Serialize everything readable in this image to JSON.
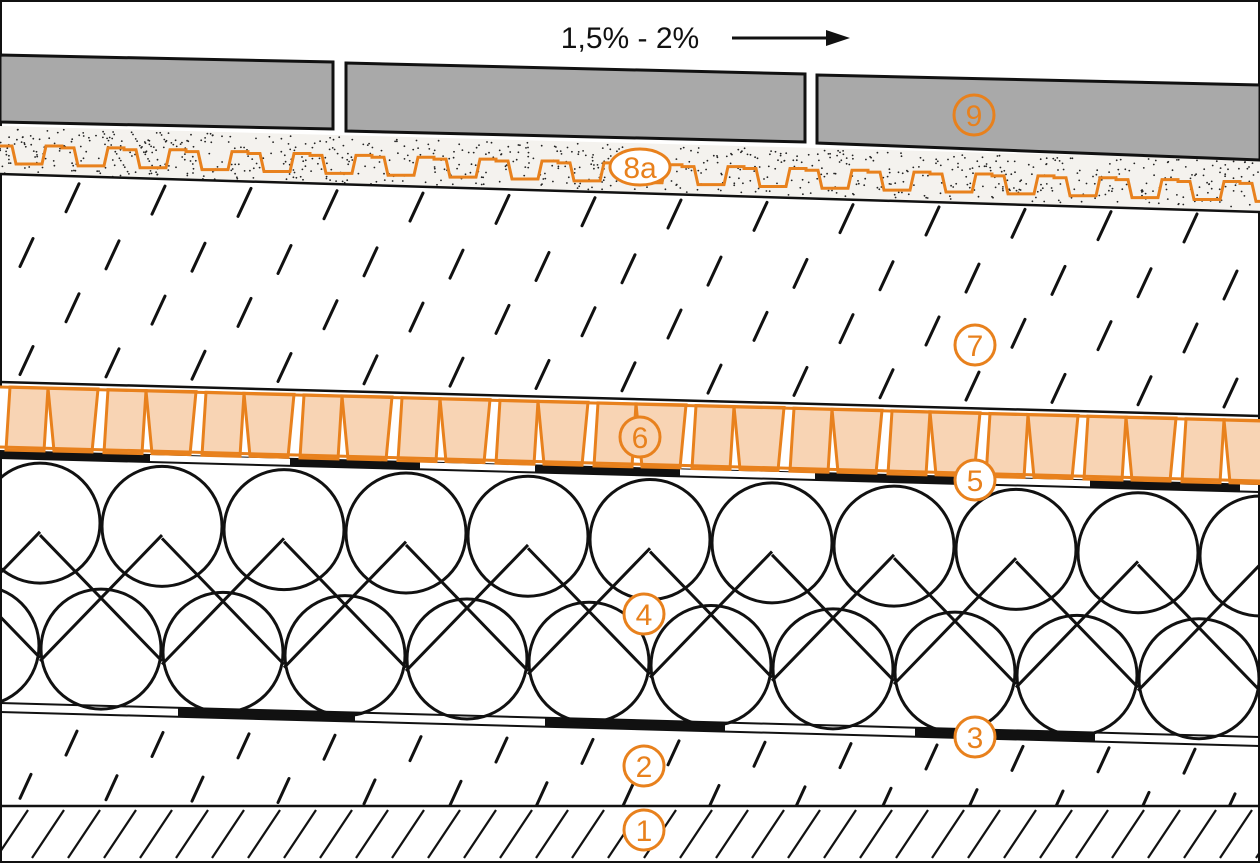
{
  "slope": {
    "label": "1,5% - 2%"
  },
  "callouts": [
    {
      "id": "9",
      "text": "9"
    },
    {
      "id": "8a",
      "text": "8a"
    },
    {
      "id": "7",
      "text": "7"
    },
    {
      "id": "6",
      "text": "6"
    },
    {
      "id": "5",
      "text": "5"
    },
    {
      "id": "4",
      "text": "4"
    },
    {
      "id": "3",
      "text": "3"
    },
    {
      "id": "2",
      "text": "2"
    },
    {
      "id": "1",
      "text": "1"
    }
  ],
  "colors": {
    "accent": "#e8811d",
    "accent_fill": "#f8d4b4",
    "tile": "#a9a9a9",
    "ink": "#111111",
    "paper": "#ffffff"
  }
}
